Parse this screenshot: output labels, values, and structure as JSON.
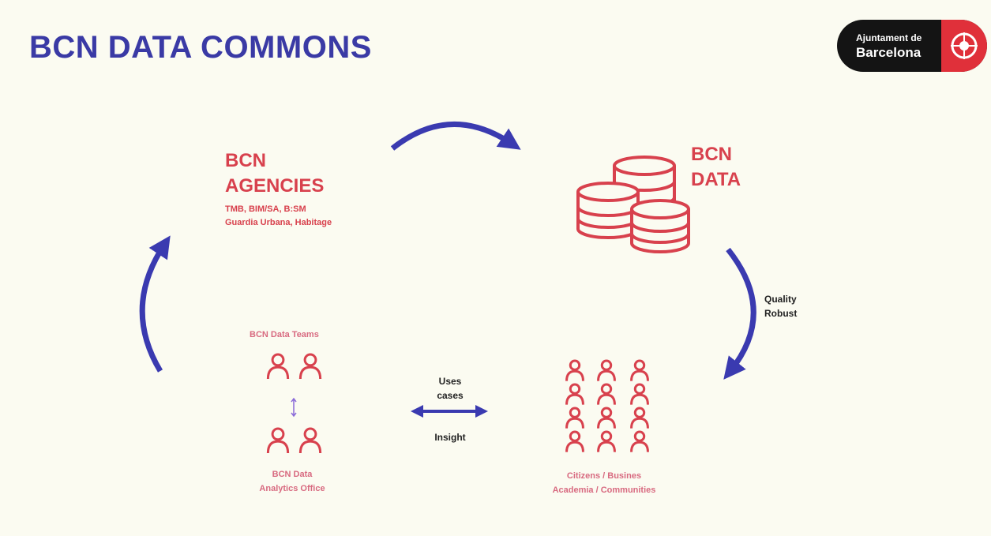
{
  "header": {
    "title": "BCN DATA COMMONS"
  },
  "logo": {
    "line1": "Ajuntament de",
    "line2": "Barcelona"
  },
  "nodes": {
    "agencies": {
      "title_line1": "BCN",
      "title_line2": "AGENCIES",
      "sub_line1": "TMB, BIM/SA, B:SM",
      "sub_line2": "Guardia Urbana, Habitage"
    },
    "data": {
      "title_line1": "BCN",
      "title_line2": "DATA"
    },
    "teams": {
      "title": "BCN Data Teams",
      "office_line1": "BCN Data",
      "office_line2": "Analytics Office"
    },
    "citizens": {
      "line1": "Citizens / Busines",
      "line2": "Academia / Communities"
    }
  },
  "edges": {
    "data_to_citizens": {
      "line1": "Quality",
      "line2": "Robust"
    },
    "exchange": {
      "top_line1": "Uses",
      "top_line2": "cases",
      "bottom": "Insight"
    }
  },
  "colors": {
    "title": "#3a3aa5",
    "arrows": "#3a3ab0",
    "accent_red": "#d8414d",
    "accent_pink": "#d86a80",
    "background": "#fbfbf1"
  }
}
